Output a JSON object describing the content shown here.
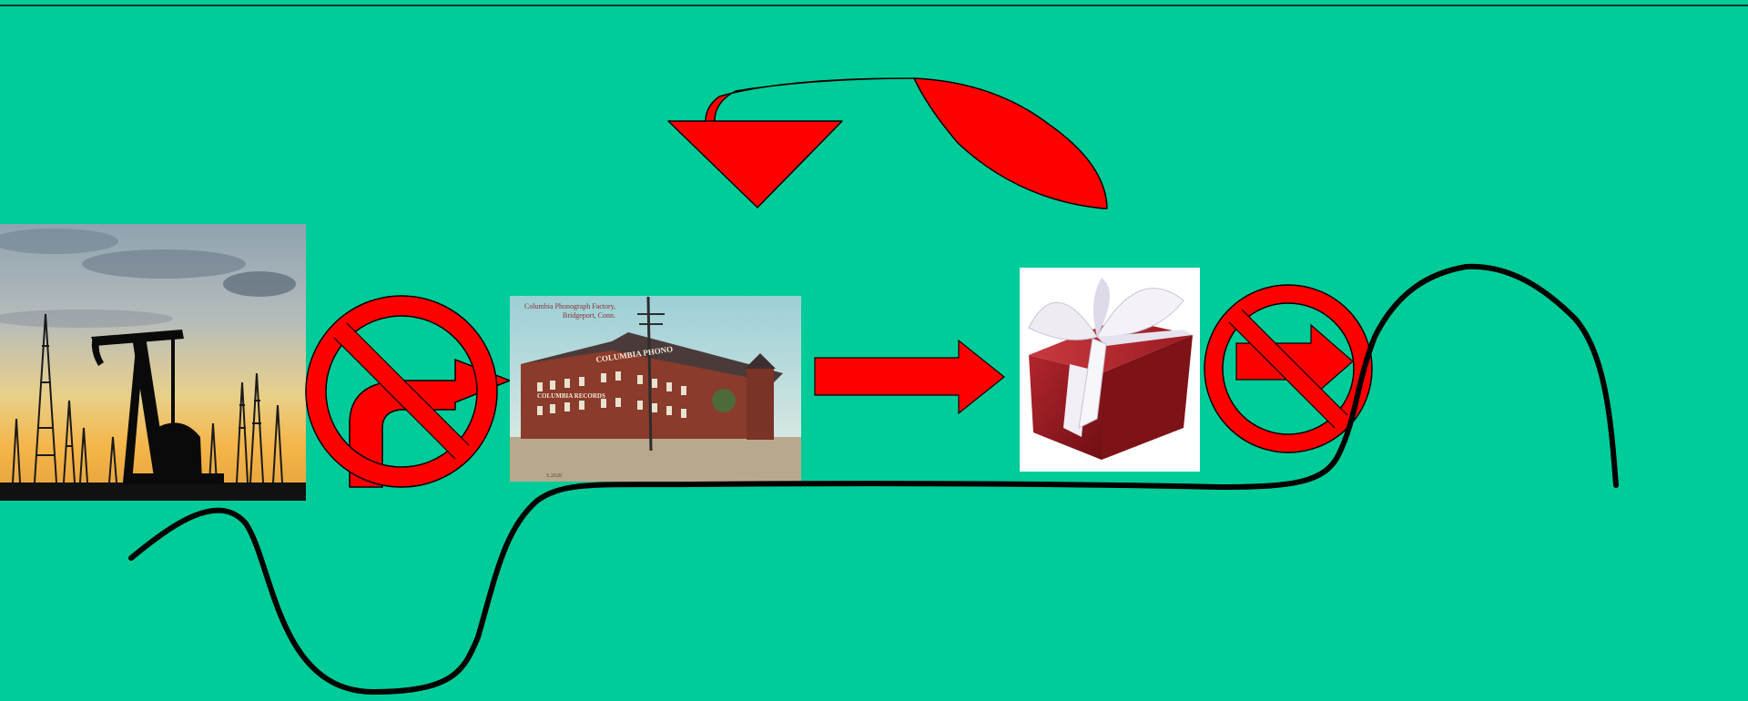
{
  "slide": {
    "background_color": "#00cc99",
    "accent_color": "#ff0000",
    "line_color": "#000000"
  },
  "images": {
    "oil_field": {
      "icon": "oil-derrick-pumpjack-photo"
    },
    "factory": {
      "icon": "factory-postcard-photo",
      "caption_line_1": "Columbia Phonograph Factory,",
      "caption_line_2": "Bridgeport, Conn.",
      "sign_upper": "COLUMBIA PHONO",
      "sign_lower": "COLUMBIA RECORDS",
      "corner_mark": "S.2628"
    },
    "gift": {
      "icon": "gift-box-photo"
    }
  },
  "symbols": {
    "no_turn": "prohibited-turn-arrow",
    "no_forward": "prohibited-forward-arrow",
    "forward": "right-arrow",
    "return": "curved-return-arrow"
  }
}
